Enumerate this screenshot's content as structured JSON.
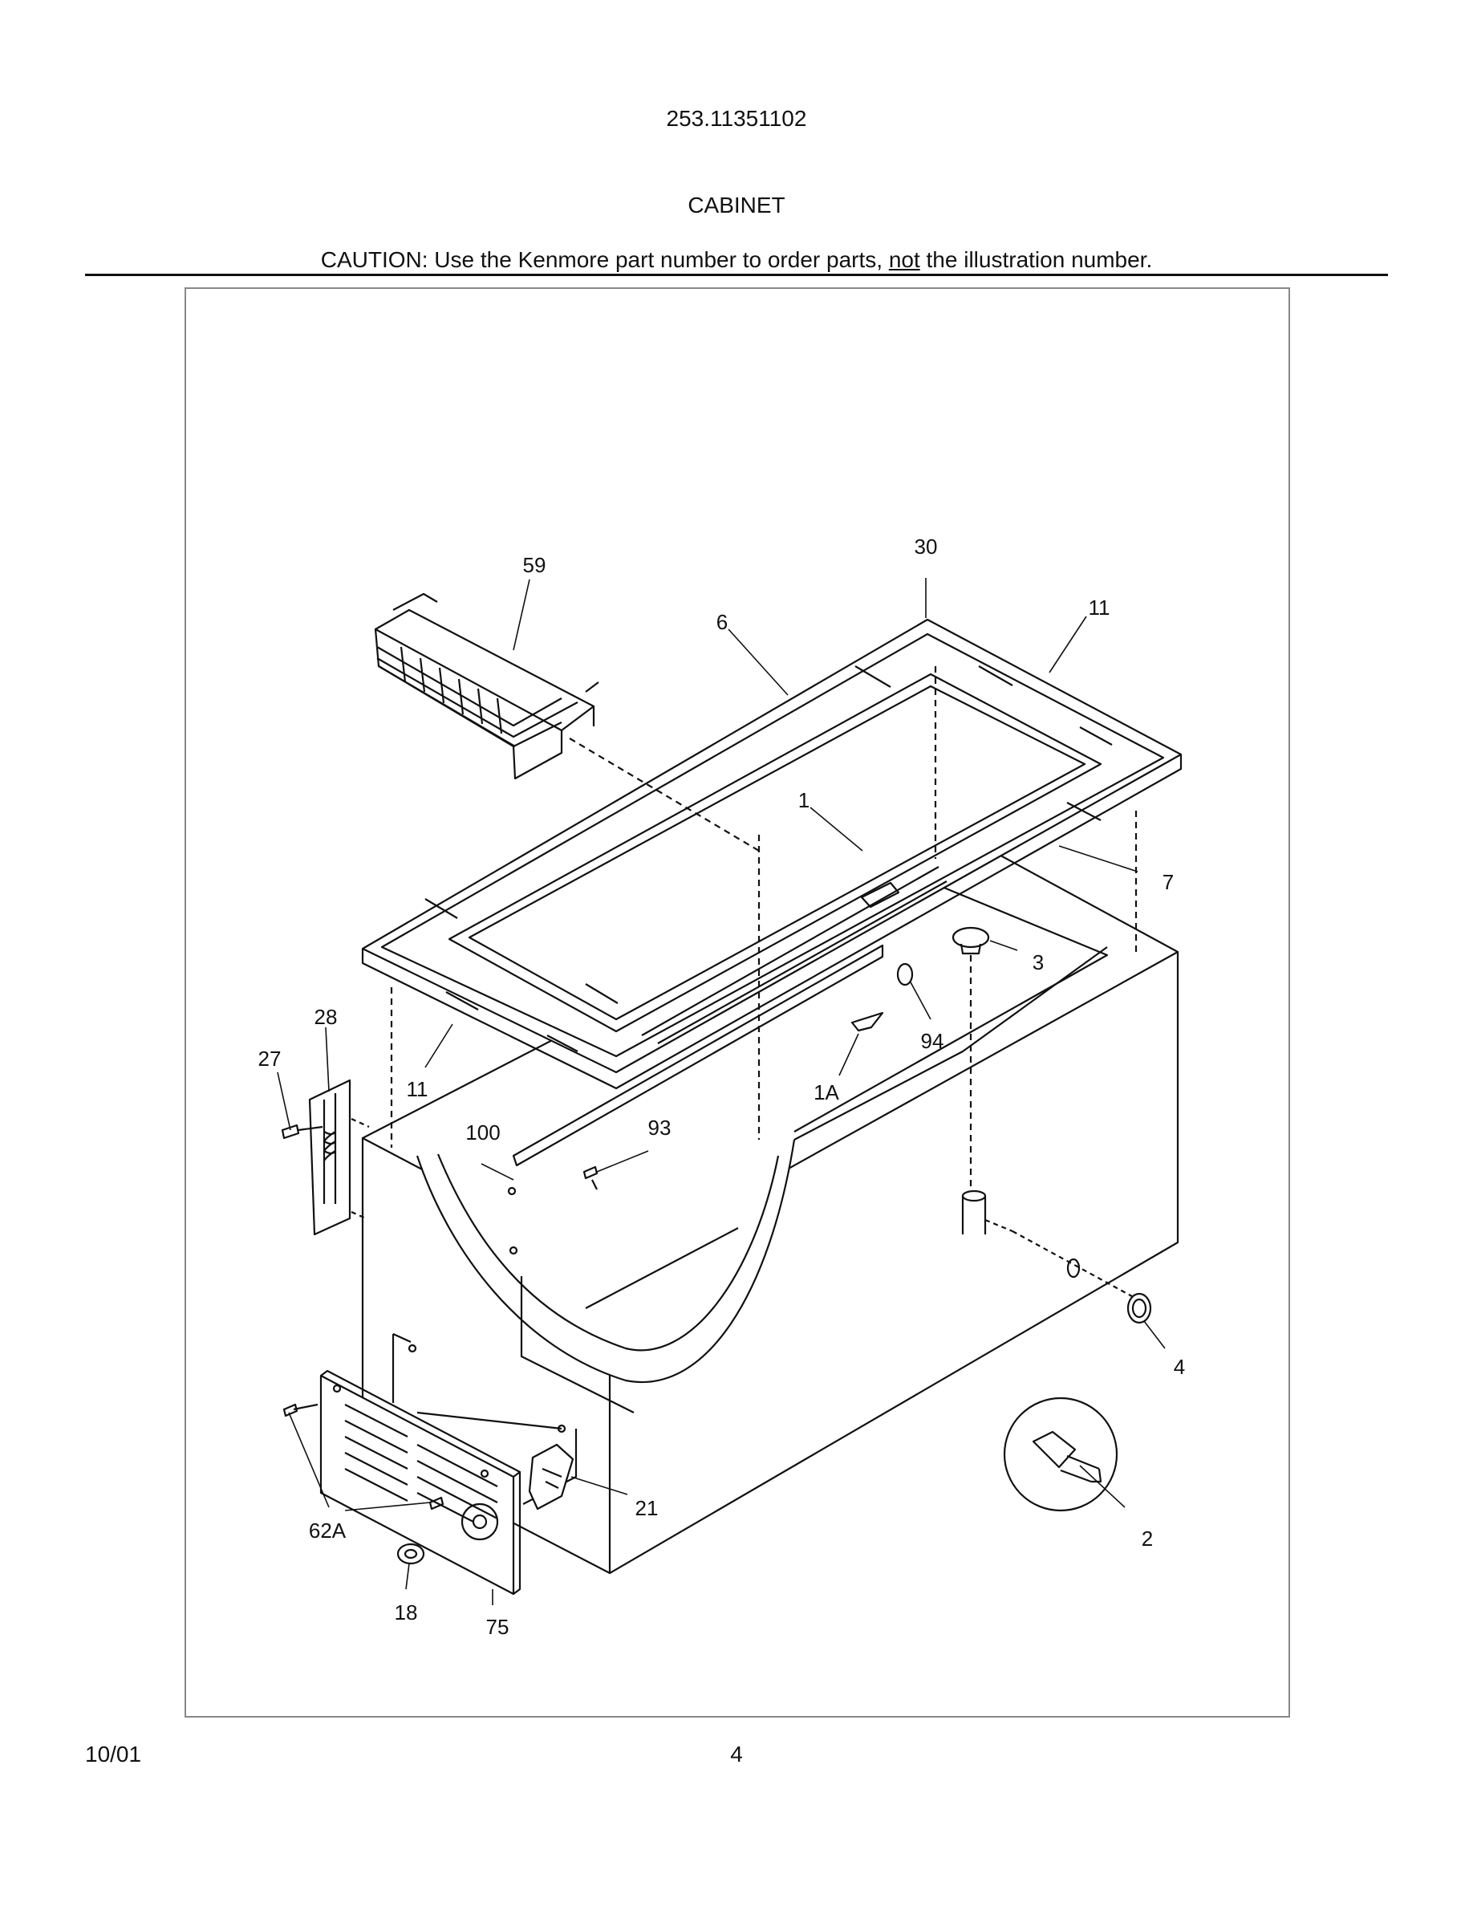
{
  "header": {
    "model_number": "253.11351102",
    "section_title": "CABINET",
    "caution_prefix": "CAUTION: Use the Kenmore part number to order parts, ",
    "caution_emphasis": "not",
    "caution_suffix": " the illustration number."
  },
  "callouts": [
    "59",
    "30",
    "6",
    "11",
    "1",
    "7",
    "3",
    "94",
    "28",
    "27",
    "11",
    "1A",
    "100",
    "93",
    "4",
    "2",
    "21",
    "62A",
    "18",
    "75"
  ],
  "footer": {
    "date": "10/01",
    "page_number": "4"
  }
}
